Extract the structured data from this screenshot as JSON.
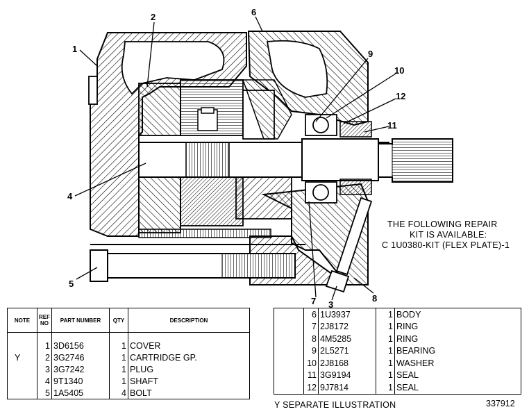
{
  "callouts": [
    "1",
    "2",
    "3",
    "4",
    "5",
    "6",
    "7",
    "8",
    "9",
    "10",
    "11",
    "12"
  ],
  "repair_note": {
    "line1": "THE FOLLOWING REPAIR",
    "line2": "KIT IS AVAILABLE:",
    "line3": "C 1U0380-KIT (FLEX PLATE)-1"
  },
  "table_left": {
    "headers": {
      "note": "NOTE",
      "ref": "REF NO",
      "part": "PART NUMBER",
      "qty": "QTY",
      "desc": "DESCRIPTION"
    },
    "rows": [
      {
        "note": "",
        "ref": "1",
        "part": "3D6156",
        "qty": "1",
        "desc": "COVER"
      },
      {
        "note": "Y",
        "ref": "2",
        "part": "3G2746",
        "qty": "1",
        "desc": "CARTRIDGE GP."
      },
      {
        "note": "",
        "ref": "3",
        "part": "3G7242",
        "qty": "1",
        "desc": "PLUG"
      },
      {
        "note": "",
        "ref": "4",
        "part": "9T1340",
        "qty": "1",
        "desc": "SHAFT"
      },
      {
        "note": "",
        "ref": "5",
        "part": "1A5405",
        "qty": "4",
        "desc": "BOLT"
      }
    ]
  },
  "table_right": {
    "rows": [
      {
        "note": "",
        "ref": "6",
        "part": "1U3937",
        "qty": "1",
        "desc": "BODY"
      },
      {
        "note": "",
        "ref": "7",
        "part": "2J8172",
        "qty": "1",
        "desc": "RING"
      },
      {
        "note": "",
        "ref": "8",
        "part": "4M5285",
        "qty": "1",
        "desc": "RING"
      },
      {
        "note": "",
        "ref": "9",
        "part": "2L5271",
        "qty": "1",
        "desc": "BEARING"
      },
      {
        "note": "",
        "ref": "10",
        "part": "2J8168",
        "qty": "1",
        "desc": "WASHER"
      },
      {
        "note": "",
        "ref": "11",
        "part": "3G9194",
        "qty": "1",
        "desc": "SEAL"
      },
      {
        "note": "",
        "ref": "12",
        "part": "9J7814",
        "qty": "1",
        "desc": "SEAL"
      }
    ]
  },
  "footer": {
    "legend": "Y  SEPARATE ILLUSTRATION",
    "illustration_number": "337912"
  }
}
